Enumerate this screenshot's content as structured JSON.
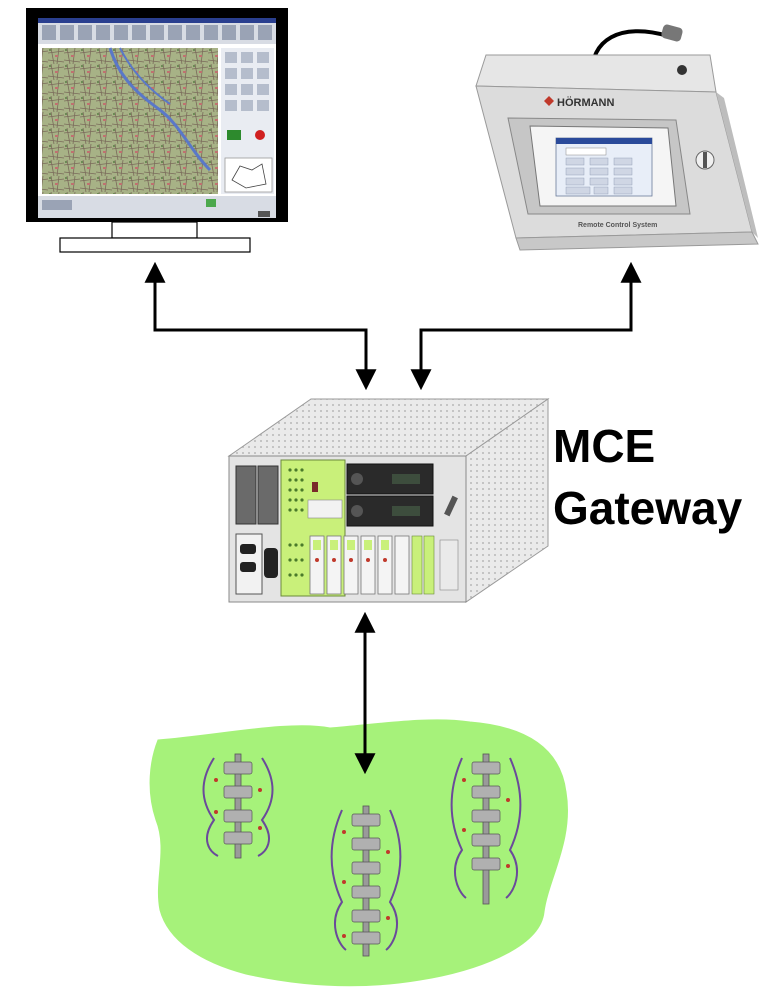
{
  "gateway": {
    "line1": "MCE",
    "line2": "Gateway"
  },
  "console": {
    "brand": "HÖRMANN",
    "caption": "Remote Control System"
  },
  "colors": {
    "ground": "#a6f27a",
    "bezel": "#000000",
    "map": "#9aa97a",
    "device_body": "#e2e2e2",
    "card_green": "#c9f07a",
    "arrow": "#000000"
  },
  "icons": [
    "pc-monitor-icon",
    "control-console-icon",
    "gateway-rack-icon",
    "siren-tower-icon"
  ]
}
